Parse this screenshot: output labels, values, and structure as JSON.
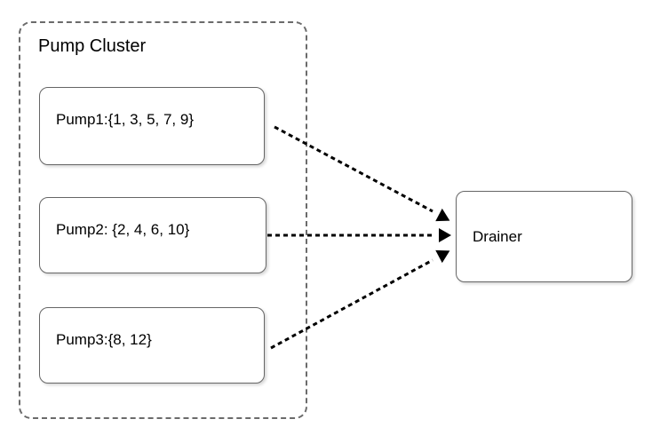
{
  "diagram": {
    "cluster": {
      "title": "Pump Cluster",
      "border_style": "dashed",
      "border_color": "#6b6b6b"
    },
    "nodes": [
      {
        "id": "pump1",
        "label": "Pump1:{1, 3, 5, 7, 9}"
      },
      {
        "id": "pump2",
        "label": "Pump2: {2, 4, 6, 10}"
      },
      {
        "id": "pump3",
        "label": "Pump3:{8, 12}"
      },
      {
        "id": "drainer",
        "label": "Drainer"
      }
    ],
    "edges": [
      {
        "from": "pump1",
        "to": "drainer",
        "style": "dashed",
        "color": "#000000",
        "arrowhead": "filled-triangle"
      },
      {
        "from": "pump2",
        "to": "drainer",
        "style": "dashed",
        "color": "#000000",
        "arrowhead": "filled-triangle"
      },
      {
        "from": "pump3",
        "to": "drainer",
        "style": "dashed",
        "color": "#000000",
        "arrowhead": "filled-triangle"
      }
    ],
    "node_border_color": "#666666",
    "text_color": "#000000",
    "background": "#ffffff"
  }
}
